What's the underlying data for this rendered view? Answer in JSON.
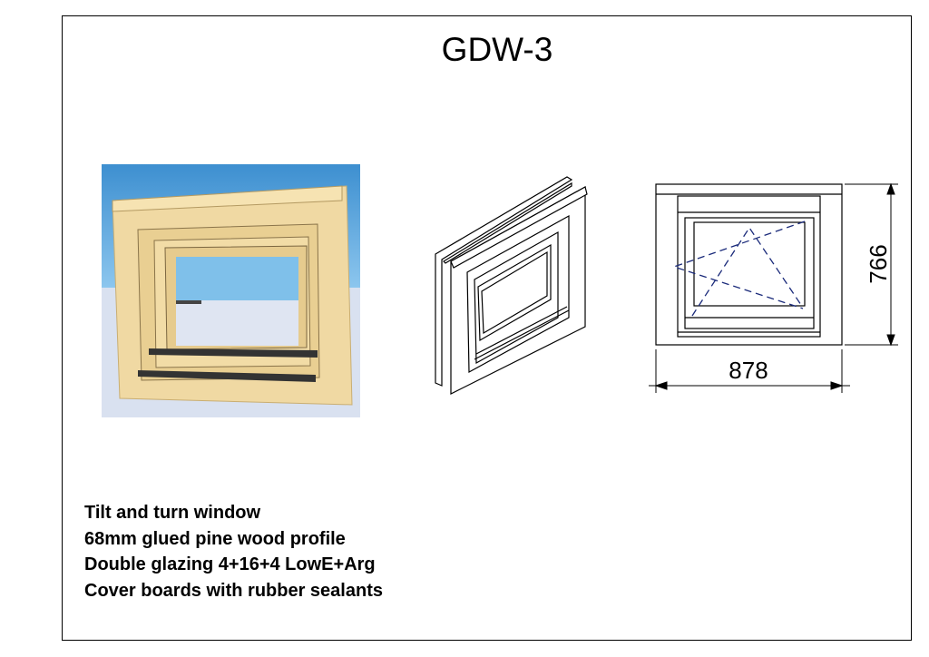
{
  "title": "GDW-3",
  "dimensions": {
    "height": "766",
    "width": "878"
  },
  "description": [
    "Tilt and turn window",
    "68mm glued pine wood profile",
    "Double glazing 4+16+4 LowE+Arg",
    "Cover boards with rubber sealants"
  ]
}
